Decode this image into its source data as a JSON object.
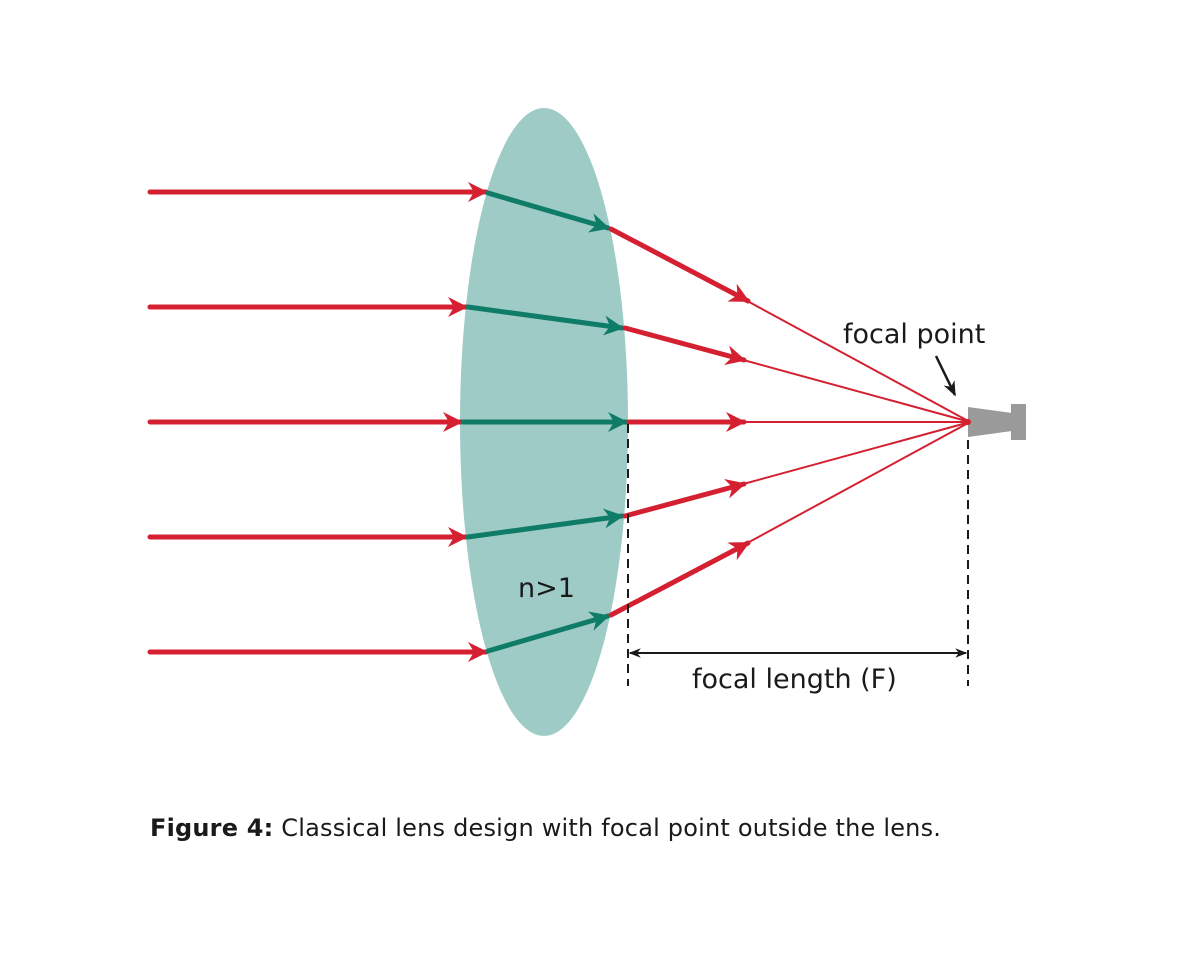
{
  "figure": {
    "lens_label": "n>1",
    "focal_point_label": "focal point",
    "focal_length_label": "focal length (F)",
    "caption_bold": "Figure 4:",
    "caption_text": " Classical lens design with focal point outside the lens."
  },
  "colors": {
    "lens_fill": "#9ecbc5",
    "ray_red": "#d42030",
    "ray_green": "#0f7c68",
    "emitter_gray": "#9a9a9a",
    "text": "#1a1a1a"
  }
}
